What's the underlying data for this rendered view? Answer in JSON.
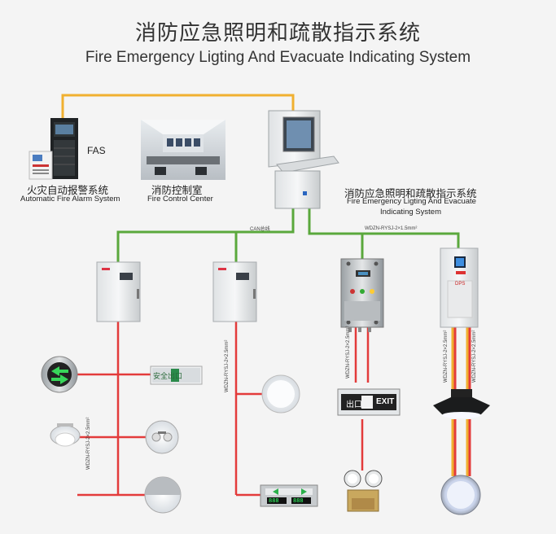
{
  "title": {
    "cn": "消防应急照明和疏散指示系统",
    "en": "Fire Emergency Ligting And Evacuate Indicating System"
  },
  "fas": {
    "tag": "FAS",
    "label_cn": "火灾自动报警系统",
    "label_en": "Automatic Fire Alarm System"
  },
  "control_center": {
    "label_cn": "消防控制室",
    "label_en": "Fire Control Center"
  },
  "system_block": {
    "label_cn": "消防应急照明和疏散指示系统",
    "label_en_1": "Fire Emergency Ligting And Evacuate",
    "label_en_2": "Indicating System"
  },
  "cables": {
    "can_bus": "CAN总线",
    "wdzn_1_5": "WDZN-RYSJ-2×1.5mm²",
    "wdzn_2_5": "WDZN-RYSJ-2×2.5mm²"
  },
  "devices": {
    "exit_sign_cn": "出口",
    "exit_sign_en": "EXIT",
    "safe_exit_cn": "安全出口",
    "arrow_display_digits": "888",
    "dps_label": "DPS"
  },
  "colors": {
    "yellow_line": "#f0b030",
    "green_line": "#5aa83c",
    "red_line": "#e33b3b"
  }
}
